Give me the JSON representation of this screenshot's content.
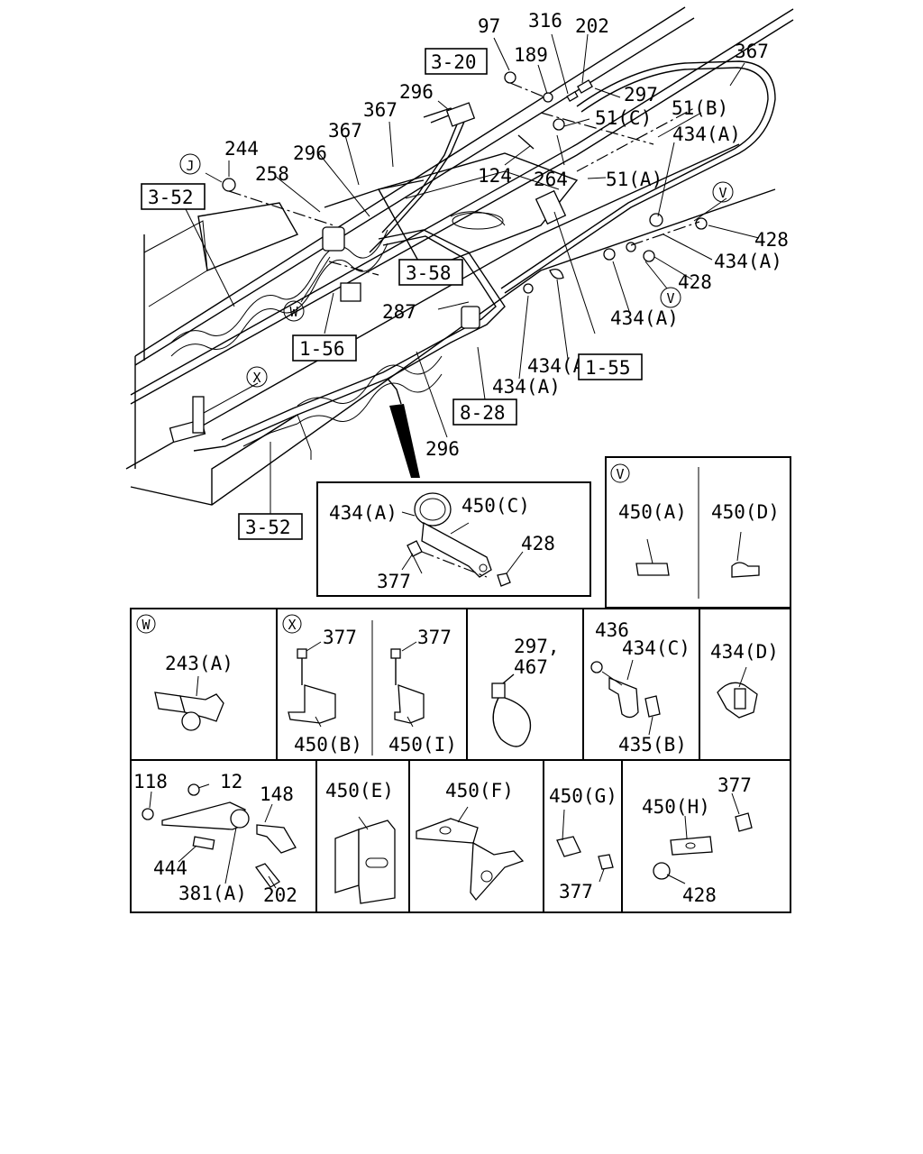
{
  "main_labels": {
    "n97": "97",
    "n316": "316",
    "n202": "202",
    "n189": "189",
    "n367a": "367",
    "n297": "297",
    "n51b": "51(B)",
    "n51c": "51(C)",
    "n434a1": "434(A)",
    "n296a": "296",
    "n367b": "367",
    "n367c": "367",
    "n296b": "296",
    "n244": "244",
    "n258": "258",
    "n124": "124",
    "n264": "264",
    "n51a": "51(A)",
    "n428a": "428",
    "n434a2": "434(A)",
    "n428b": "428",
    "n287": "287",
    "n434a3": "434(A)",
    "n434a4": "434(A)",
    "n434a5": "434(A)",
    "n296c": "296",
    "circle_j": "J",
    "circle_v1": "V",
    "circle_v2": "V",
    "circle_w": "W",
    "circle_x": "X"
  },
  "ref_boxes": {
    "r320": "3-20",
    "r352a": "3-52",
    "r358": "3-58",
    "r156": "1-56",
    "r155": "1-55",
    "r828": "8-28",
    "r352b": "3-52"
  },
  "detail_clamp": {
    "l434a": "434(A)",
    "l450c": "450(C)",
    "l428": "428",
    "l377": "377"
  },
  "panel_v": {
    "tag": "V",
    "l450a": "450(A)",
    "l450d": "450(D)"
  },
  "panel_w": {
    "tag": "W",
    "l243a": "243(A)"
  },
  "panel_x": {
    "tag": "X",
    "l377a": "377",
    "l377b": "377",
    "l450b": "450(B)",
    "l450i": "450(I)"
  },
  "panel_tie": {
    "l297": "297,",
    "l467": "467"
  },
  "panel_c": {
    "l436": "436",
    "l434c": "434(C)",
    "l435b": "435(B)"
  },
  "panel_d": {
    "l434d": "434(D)"
  },
  "panel_bracket": {
    "l118": "118",
    "l12": "12",
    "l148": "148",
    "l444": "444",
    "l381a": "381(A)",
    "l202": "202"
  },
  "panel_e": {
    "l450e": "450(E)"
  },
  "panel_f": {
    "l450f": "450(F)"
  },
  "panel_g": {
    "l450g": "450(G)",
    "l377": "377"
  },
  "panel_h": {
    "l450h": "450(H)",
    "l377": "377",
    "l428": "428"
  }
}
